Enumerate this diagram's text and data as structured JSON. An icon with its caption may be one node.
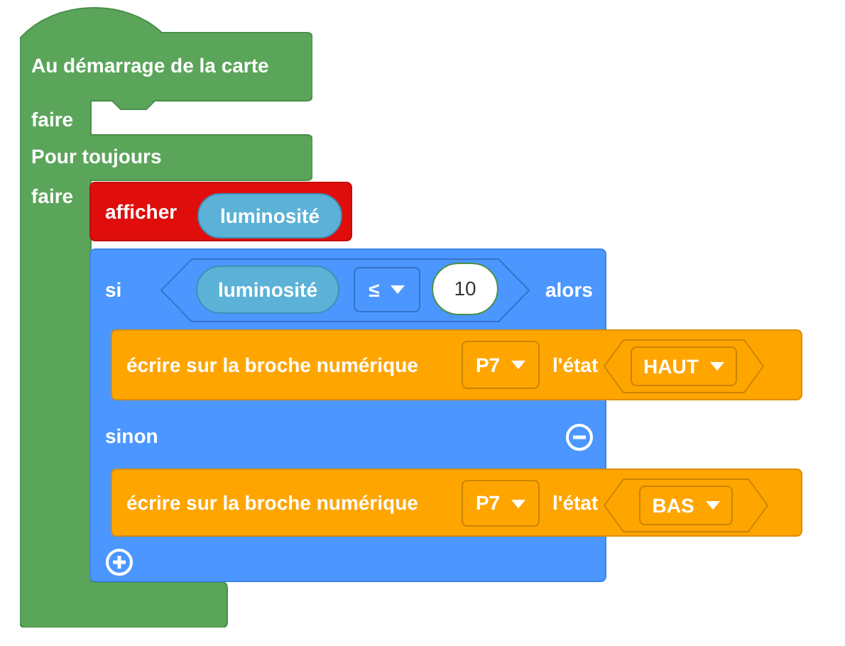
{
  "diagram": {
    "nodes": [
      {
        "text": [
          "Au démarrage de la carte",
          "faire",
          "Pour toujours",
          "faire"
        ]
      },
      {
        "text": [
          "afficher"
        ]
      },
      {
        "text": [
          "luminosité"
        ],
        "in": 1
      },
      {
        "text": [
          "si",
          "alors",
          "sinon"
        ]
      },
      {
        "text": [],
        "shape": "hexagon",
        "in": 3
      },
      {
        "text": [
          "luminosité"
        ],
        "in": 4
      },
      {
        "text": [
          "≤"
        ],
        "in": 4
      },
      {
        "text": [
          "10"
        ],
        "in": 4
      },
      {
        "text": [
          "écrire sur la broche numérique",
          "l'état"
        ]
      },
      {
        "text": [
          "P7"
        ]
      },
      {
        "text": [
          "HAUT"
        ],
        "in": 8
      },
      {
        "text": [
          "écrire sur la broche numérique",
          "l'état"
        ]
      },
      {
        "text": [
          "P7"
        ]
      },
      {
        "text": [
          "BAS"
        ],
        "in": 11
      }
    ]
  }
}
